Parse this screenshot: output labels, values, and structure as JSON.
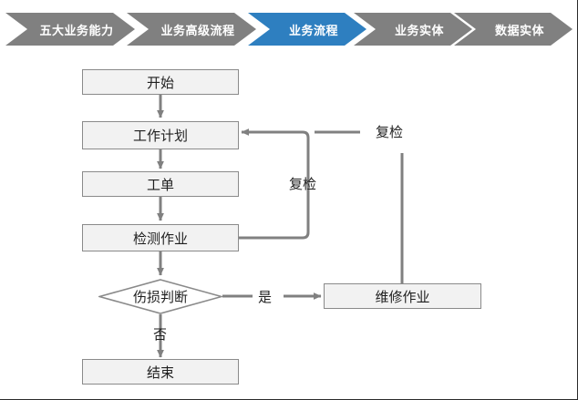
{
  "colors": {
    "chevron_inactive": "#808080",
    "chevron_active": "#2e7fc0",
    "chevron_text": "#ffffff",
    "node_fill": "#f2f2f2",
    "node_border": "#8a8a8a",
    "connector": "#808080",
    "text": "#1f1f1f",
    "page_background": "#ffffff"
  },
  "breadcrumb": {
    "steps": [
      {
        "label": "五大业务能力",
        "active": false
      },
      {
        "label": "业务高级流程",
        "active": false
      },
      {
        "label": "业务流程",
        "active": true
      },
      {
        "label": "业务实体",
        "active": false
      },
      {
        "label": "数据实体",
        "active": false
      }
    ]
  },
  "diagram": {
    "type": "flowchart",
    "nodes": [
      {
        "id": "start",
        "label": "开始",
        "shape": "rect"
      },
      {
        "id": "work-plan",
        "label": "工作计划",
        "shape": "rect"
      },
      {
        "id": "work-order",
        "label": "工单",
        "shape": "rect"
      },
      {
        "id": "inspection",
        "label": "检测作业",
        "shape": "rect"
      },
      {
        "id": "damage",
        "label": "伤损判断",
        "shape": "diamond"
      },
      {
        "id": "repair",
        "label": "维修作业",
        "shape": "rect"
      },
      {
        "id": "end",
        "label": "结束",
        "shape": "rect"
      }
    ],
    "edge_labels": {
      "recheck_inner": "复检",
      "recheck_outer": "复检",
      "yes": "是",
      "no": "否"
    }
  }
}
